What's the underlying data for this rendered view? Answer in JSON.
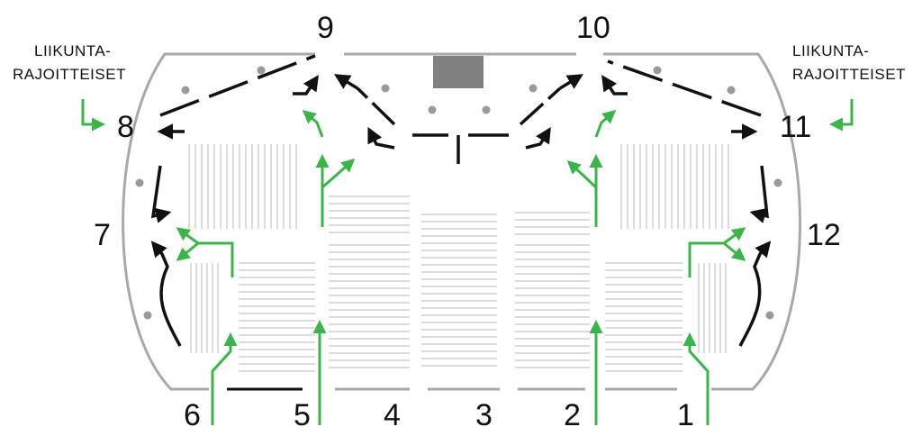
{
  "colors": {
    "wall": "#a9a9a9",
    "seat_line": "#c8c8c8",
    "dot": "#9a9a9a",
    "stage_block": "#808080",
    "route_black": "#111111",
    "route_green": "#3cb44b"
  },
  "icons": {
    "accessible_route_arrow": "green-turn-arrow-icon",
    "exit_arrow": "black-arrow-icon",
    "entry_arrow": "green-arrow-icon"
  },
  "entrances": [
    {
      "id": "1",
      "label": "1"
    },
    {
      "id": "2",
      "label": "2"
    },
    {
      "id": "3",
      "label": "3"
    },
    {
      "id": "4",
      "label": "4"
    },
    {
      "id": "5",
      "label": "5"
    },
    {
      "id": "6",
      "label": "6"
    },
    {
      "id": "7",
      "label": "7"
    },
    {
      "id": "8",
      "label": "8"
    },
    {
      "id": "9",
      "label": "9"
    },
    {
      "id": "10",
      "label": "10"
    },
    {
      "id": "11",
      "label": "11"
    },
    {
      "id": "12",
      "label": "12"
    }
  ],
  "mobility_label_left": {
    "line1": "LIIKUNTA-",
    "line2": "RAJOITTEISET"
  },
  "mobility_label_right": {
    "line1": "LIIKUNTA-",
    "line2": "RAJOITTEISET"
  }
}
